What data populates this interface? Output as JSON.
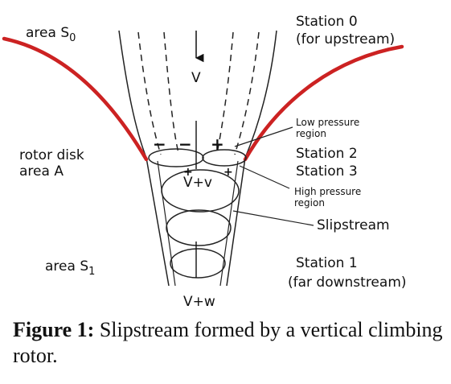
{
  "diagram": {
    "labels": {
      "area_s0": "area S",
      "area_s0_sub": "0",
      "station0_line1": "Station 0",
      "station0_line2": "(for upstream)",
      "v_top": "V",
      "low_pressure_line1": "Low pressure",
      "low_pressure_line2": "region",
      "rotor_disk_line1": "rotor disk",
      "rotor_disk_line2": "area A",
      "station2": "Station 2",
      "station3": "Station 3",
      "high_pressure_line1": "High pressure",
      "high_pressure_line2": "region",
      "v_plus_v": "V+v",
      "slipstream": "Slipstream",
      "area_s1": "area S",
      "area_s1_sub": "1",
      "station1_line1": "Station 1",
      "station1_line2": "(far downstream)",
      "v_plus_w": "V+w",
      "minus_sign": "−",
      "plus_sign": "+"
    },
    "colors": {
      "boundary_red": "#cc2222",
      "ink": "#111111"
    }
  },
  "caption": {
    "bold": "Figure 1:",
    "text": " Slipstream formed by a vertical climbing rotor."
  }
}
